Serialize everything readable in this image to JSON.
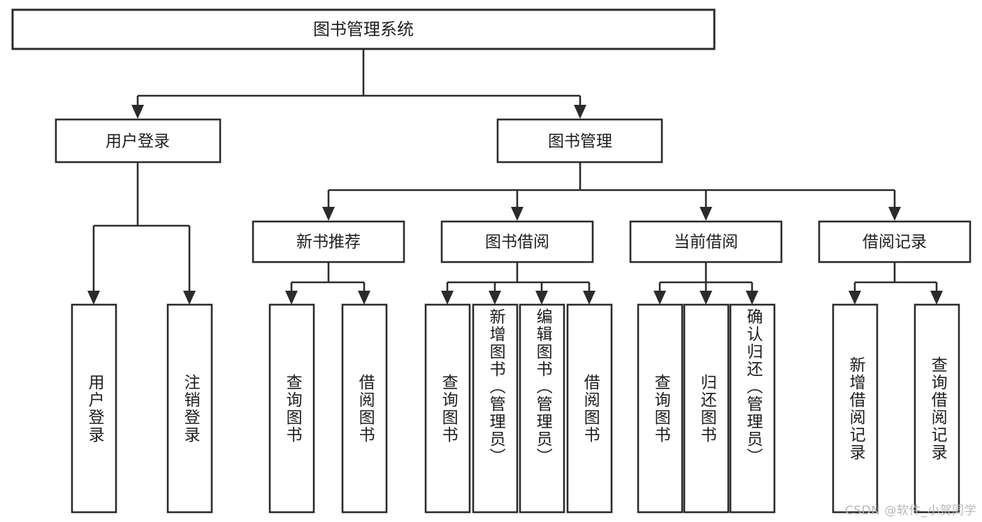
{
  "diagram": {
    "title": "图书管理系统",
    "type": "tree-hierarchy",
    "orientation": "top-down",
    "colors": {
      "node_stroke": "#2b2b2b",
      "node_fill": "#ffffff",
      "connector": "#2b2b2b",
      "text": "#1d1d1d",
      "background": "#ffffff",
      "watermark": "#b8b8b8"
    },
    "root": {
      "label": "图书管理系统"
    },
    "level2": [
      {
        "label": "用户登录"
      },
      {
        "label": "图书管理"
      }
    ],
    "level3": [
      {
        "label": "新书推荐"
      },
      {
        "label": "图书借阅"
      },
      {
        "label": "当前借阅"
      },
      {
        "label": "借阅记录"
      }
    ],
    "leaves": {
      "user_login": [
        {
          "label": "用户登录"
        },
        {
          "label": "注销登录"
        }
      ],
      "new_book_recommend": [
        {
          "label": "查询图书"
        },
        {
          "label": "借阅图书"
        }
      ],
      "book_borrow": [
        {
          "label": "查询图书"
        },
        {
          "label": "新增图书（管理员）"
        },
        {
          "label": "编辑图书（管理员）"
        },
        {
          "label": "借阅图书"
        }
      ],
      "current_borrow": [
        {
          "label": "查询图书"
        },
        {
          "label": "归还图书"
        },
        {
          "label": "确认归还（管理员）"
        }
      ],
      "borrow_record": [
        {
          "label": "新增借阅记录"
        },
        {
          "label": "查询借阅记录"
        }
      ]
    }
  },
  "watermark": {
    "text": "CSDN @软件_小贺同学"
  }
}
